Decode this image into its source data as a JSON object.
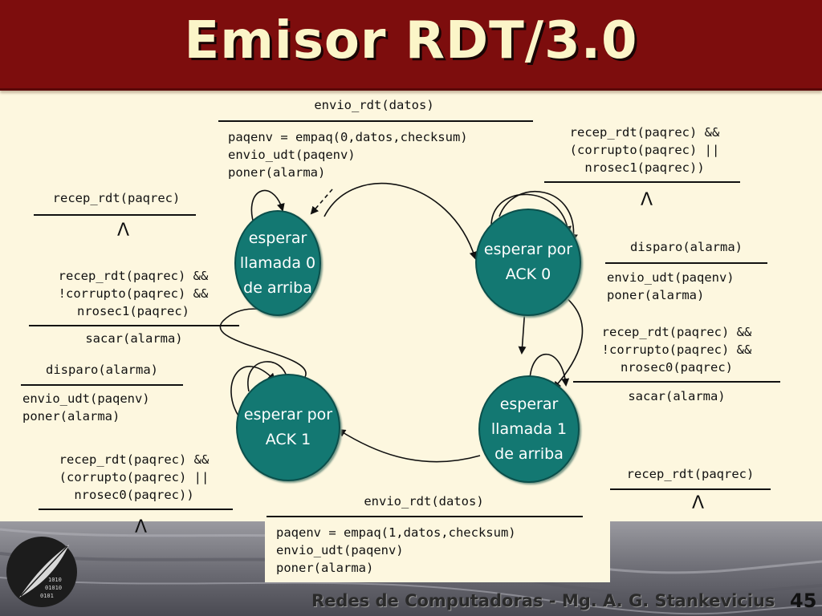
{
  "header": {
    "title": "Emisor RDT/3.0"
  },
  "footer": {
    "text": "Redes de Computadoras - Mg. A. G. Stankevicius",
    "page": "45"
  },
  "states": {
    "s0": "esperar\nllamada 0\nde arriba",
    "s1": "esperar por\nACK 0",
    "s2": "esperar\nllamada 1\nde arriba",
    "s3": "esperar por\nACK 1"
  },
  "lambda": "Λ",
  "transitions": {
    "t1_event": "envio_rdt(datos)",
    "t1_action": "paqenv = empaq(0,datos,checksum)\nenvio_udt(paqenv)\nponer(alarma)",
    "t2_event": "recep_rdt(paqrec) &&\n(corrupto(paqrec) ||\nnrosec1(paqrec))",
    "t3_event": "recep_rdt(paqrec)",
    "t4_event": "disparo(alarma)",
    "t4_action": "envio_udt(paqenv)\nponer(alarma)",
    "t5_event": "recep_rdt(paqrec) &&\n!corrupto(paqrec) &&\nnrosec1(paqrec)",
    "t5_action": "sacar(alarma)",
    "t6_event": "recep_rdt(paqrec) &&\n!corrupto(paqrec) &&\nnrosec0(paqrec)",
    "t6_action": "sacar(alarma)",
    "t7_event": "disparo(alarma)",
    "t7_action": "envio_udt(paqenv)\nponer(alarma)",
    "t8_event": "recep_rdt(paqrec) &&\n(corrupto(paqrec) ||\nnrosec0(paqrec))",
    "t9_event": "recep_rdt(paqrec)",
    "t10_event": "envio_rdt(datos)",
    "t10_action": "paqenv = empaq(1,datos,checksum)\nenvio_udt(paqenv)\nponer(alarma)"
  },
  "colors": {
    "header": "#7d0d0d",
    "title": "#fbf5c8",
    "background": "#fdf7df",
    "state_fill": "#137872"
  }
}
